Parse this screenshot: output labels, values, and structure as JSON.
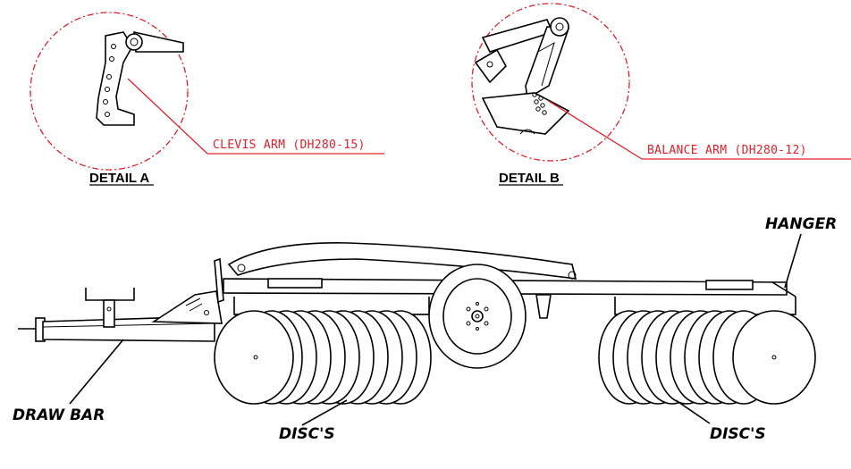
{
  "details": [
    {
      "title": "DETAIL A",
      "callout": "CLEVIS ARM (DH280-15)"
    },
    {
      "title": "DETAIL B",
      "callout": "BALANCE ARM (DH280-12)"
    }
  ],
  "labels": {
    "hanger": "HANGER",
    "draw_bar": "DRAW BAR",
    "discs_left": "DISC'S",
    "discs_right": "DISC'S"
  },
  "colors": {
    "callout": "#e0202a",
    "line": "#000000",
    "background": "#ffffff"
  }
}
